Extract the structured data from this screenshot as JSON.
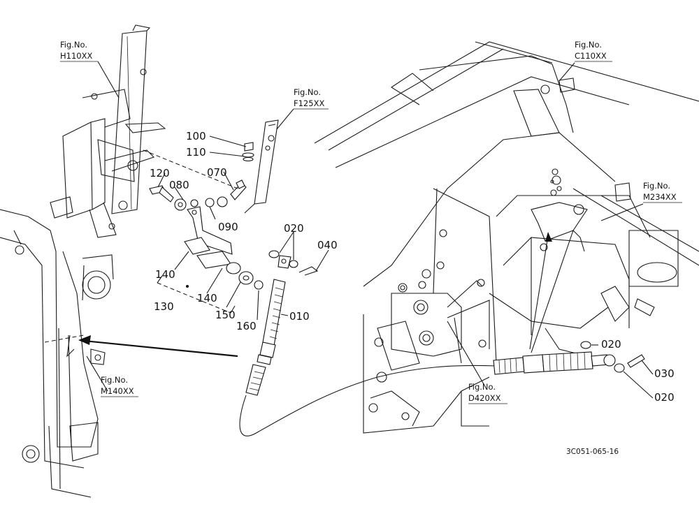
{
  "drawing_number": "3C051-065-16",
  "figure_refs": [
    {
      "id": "h110",
      "label": "Fig.No.",
      "code": "H110XX"
    },
    {
      "id": "f125",
      "label": "Fig.No.",
      "code": "F125XX"
    },
    {
      "id": "c110",
      "label": "Fig.No.",
      "code": "C110XX"
    },
    {
      "id": "m234",
      "label": "Fig.No.",
      "code": "M234XX"
    },
    {
      "id": "m140",
      "label": "Fig.No.",
      "code": "M140XX"
    },
    {
      "id": "d420",
      "label": "Fig.No.",
      "code": "D420XX"
    }
  ],
  "part_labels": {
    "p100": "100",
    "p110": "110",
    "p120": "120",
    "p080": "080",
    "p070": "070",
    "p090": "090",
    "p020_top": "020",
    "p040": "040",
    "p140_left": "140",
    "p130": "130",
    "p140_right": "140",
    "p150": "150",
    "p160": "160",
    "p010": "010",
    "p020_a": "020",
    "p030": "030",
    "p020_b": "020"
  },
  "colors": {
    "line": "#111111",
    "background": "#ffffff"
  }
}
